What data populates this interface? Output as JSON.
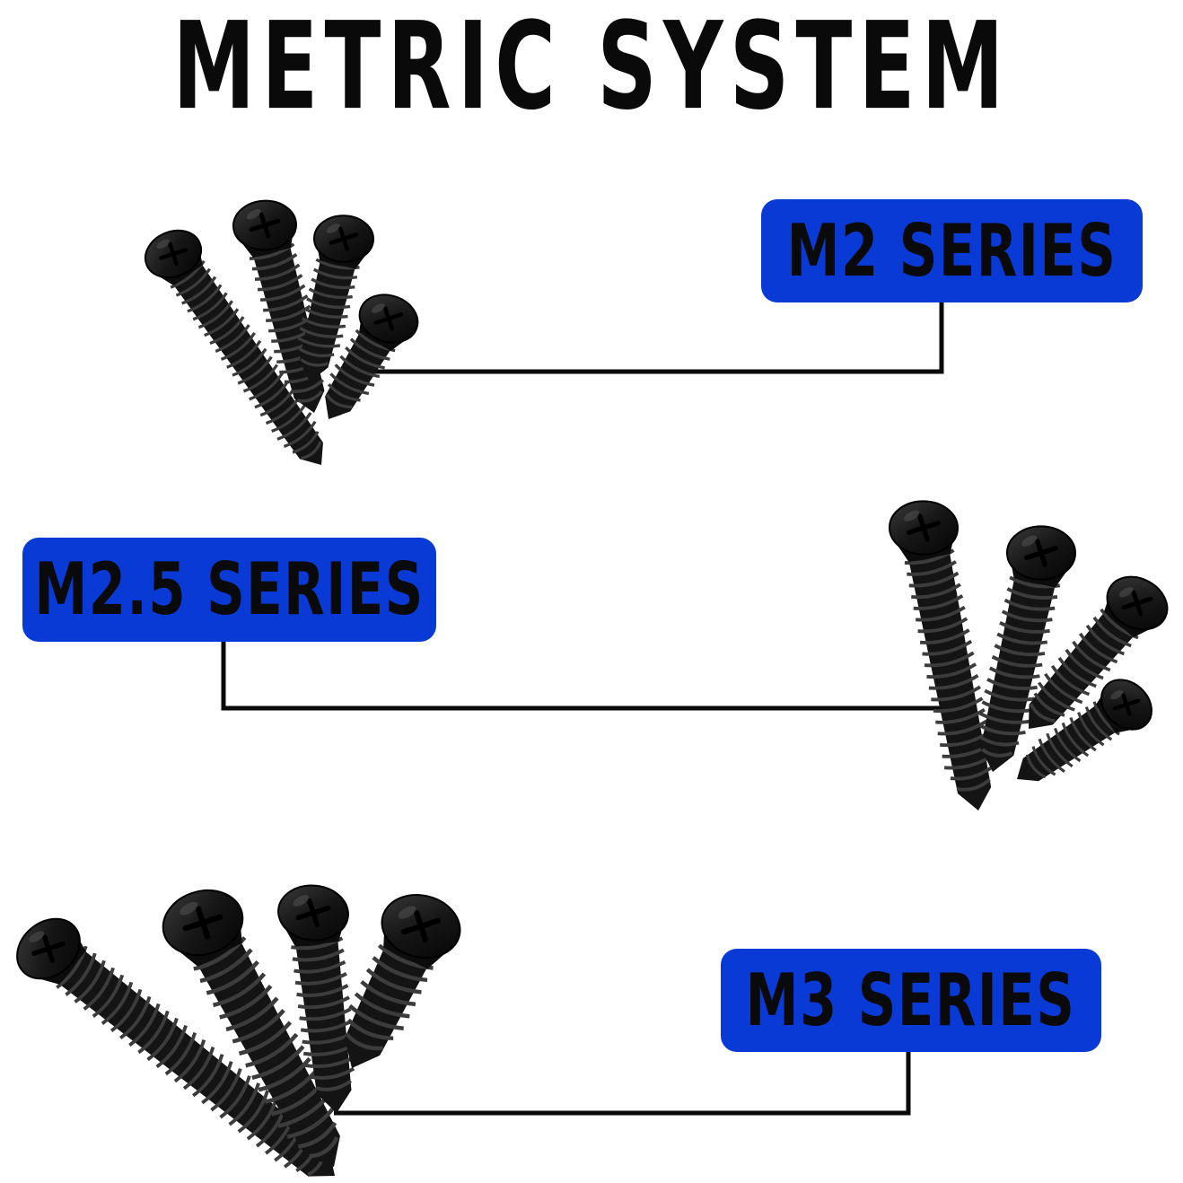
{
  "title": "METRIC SYSTEM",
  "colors": {
    "badge_fill": "#0a3ad6",
    "text": "#0a0a0a",
    "screw": "#111111",
    "connector": "#0a0a0a"
  },
  "series": [
    {
      "id": "m2",
      "label": "M2 SERIES",
      "screw_count": 4
    },
    {
      "id": "m25",
      "label": "M2.5 SERIES",
      "screw_count": 4
    },
    {
      "id": "m3",
      "label": "M3 SERIES",
      "screw_count": 4
    }
  ],
  "icons": {
    "screw": "phillips-flat-head-screw-icon"
  }
}
